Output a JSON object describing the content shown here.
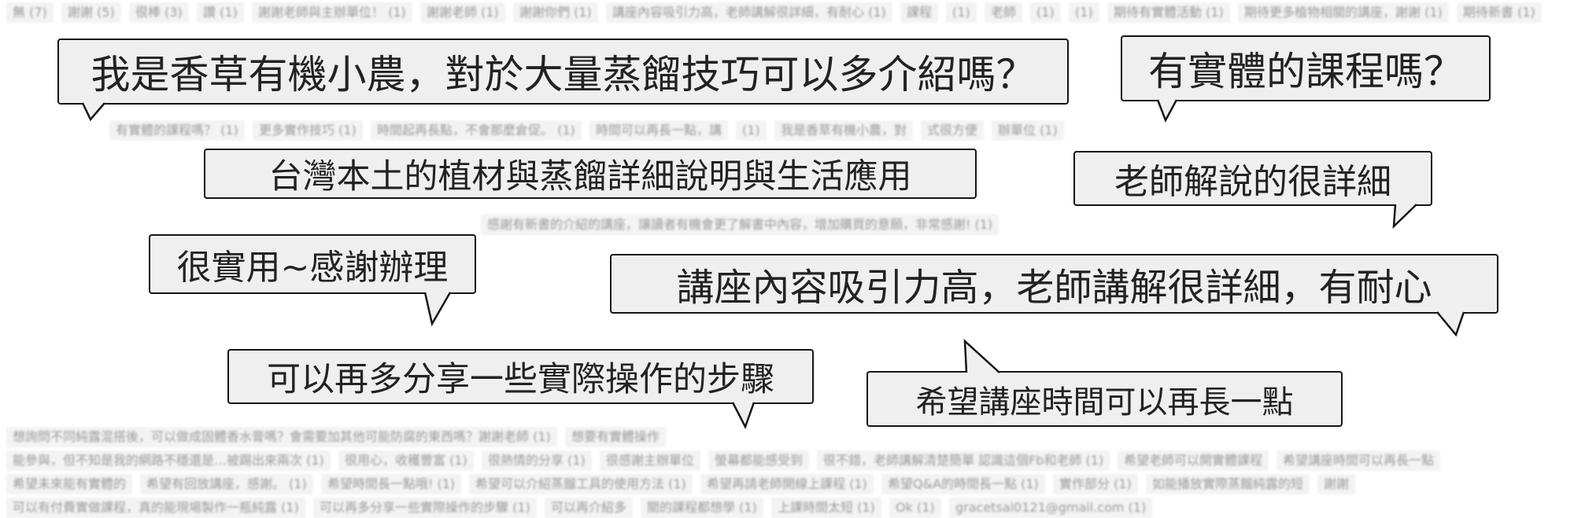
{
  "background_tags": [
    [
      "無 (7)",
      "謝謝 (5)",
      "很棒 (3)",
      "讚 (1)",
      "謝謝老師與主辦單位！ (1)",
      "謝謝老師 (1)",
      "謝謝你們 (1)",
      "講座內容吸引力高，老師講解很詳細，有耐心 (1)"
    ],
    [
      "課程",
      "(1)"
    ],
    [
      "老師",
      "(1)",
      "(1)"
    ],
    [
      "期待有實體活動 (1)",
      "期待更多植物相關的講座，謝謝 (1)",
      "期待新書 (1)",
      "有實體的課程嗎？ (1)",
      "更多實作技巧 (1)",
      "時間起再長點，不會那麼倉促。 (1)"
    ],
    [
      "時間可以再長一點，講",
      "(1)"
    ],
    [
      "我是香草有機小農，對",
      "式很方便",
      "辦單位 (1)"
    ],
    [
      "感謝有新書的介紹的講座，讓讀者有機會更了解書中內容，增加購買的意願，非常感謝! (1)",
      "想詢問不同純露混搭後，可以做成固體香水膏嗎？會需要加其他可能防腐的東西嗎？謝謝老師 (1)"
    ],
    [
      "想要有實體操作",
      "能參與，但不知是我的網路不穩還是…被踢出來兩次 (1)",
      "很用心，收穫豐富 (1)",
      "很熱情的分享 (1)"
    ],
    [
      "很感謝主辦單位",
      "螢幕都能感受到"
    ],
    [
      "很不錯，老師講解清楚簡單 認識這個Fb和老師 (1)",
      "希望老師可以開實體課程",
      "希望講座時間可以再長一點",
      "希望未來能有實體的"
    ],
    [
      "希望有回放講座，感謝。 (1)",
      "希望時間長一點哦! (1)",
      "希望可以介紹蒸餾工具的使用方法 (1)",
      "希望再請老師開線上課程 (1)",
      "希望Q&A的時間長一點 (1)",
      "實作部分 (1)"
    ],
    [
      "如能播放實際蒸餾純露的短",
      "謝謝"
    ],
    [
      "可以有付費實做課程，真的能現場製作一瓶純露 (1)",
      "可以再多分享一些實際操作的步驟 (1)",
      "可以再介紹多",
      "關的課程都想學 (1)"
    ],
    [
      "上課時間太短 (1)",
      "Ok (1)",
      "gracetsai0121@gmail.com (1)"
    ]
  ],
  "bubbles": [
    "我是香草有機小農，對於大量蒸餾技巧可以多介紹嗎？",
    "有實體的課程嗎？",
    "台灣本土的植材與蒸餾詳細說明與生活應用",
    "老師解說的很詳細",
    "很實用~感謝辦理",
    "講座內容吸引力高，老師講解很詳細，有耐心",
    "可以再多分享一些實際操作的步驟",
    "希望講座時間可以再長一點"
  ]
}
